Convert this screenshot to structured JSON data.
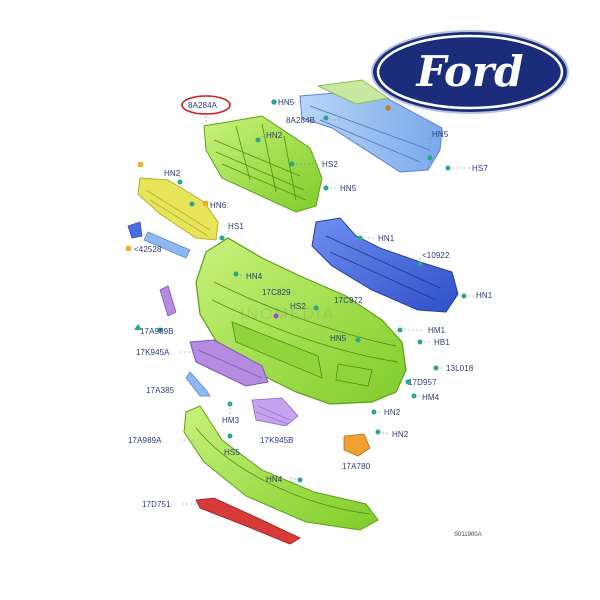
{
  "brand": {
    "logo_text": "Ford",
    "logo_color": "#1a2c7a",
    "logo_ring_color": "#ffffff"
  },
  "watermark": "INOMEDIA",
  "drawing_code": "S011900A",
  "labels": {
    "l_8a284a": "8A284A",
    "l_hn5_top": "HN5",
    "l_8a284b": "8A284B",
    "l_hn5_right": "HN5",
    "l_hs7": "HS7",
    "l_hn2_a": "HN2",
    "l_hs2_a": "HS2",
    "l_hn5_mid": "HN5",
    "l_hn2_b": "HN2",
    "l_hn6": "HN6",
    "l_42528": "<42528",
    "l_hs1": "HS1",
    "l_hn1_a": "HN1",
    "l_10922": "<10922",
    "l_hn1_b": "HN1",
    "l_hn4_a": "HN4",
    "l_17c829": "17C829",
    "l_hs2_b": "HS2",
    "l_17c972": "17C972",
    "l_17a989b": "17A989B",
    "l_hm1": "HM1",
    "l_hn5_low": "HN5",
    "l_hb1": "HB1",
    "l_17k945a": "17K945A",
    "l_13l018": "13L018",
    "l_17d957": "17D957",
    "l_17a385": "17A385",
    "l_hm4": "HM4",
    "l_hn2_c": "HN2",
    "l_hm3": "HM3",
    "l_hn2_d": "HN2",
    "l_17a989a": "17A989A",
    "l_17k945b": "17K945B",
    "l_hs5": "HS5",
    "l_17a780": "17A780",
    "l_hn4_b": "HN4",
    "l_17d751": "17D751"
  },
  "colors": {
    "part_lime": "#a6e84a",
    "part_lime_dark": "#6db520",
    "part_yellow": "#e8e45a",
    "part_blue": "#4a6ee0",
    "part_lightblue": "#8fb8f0",
    "part_purple": "#b58be0",
    "part_red": "#d83a3a",
    "part_orange": "#f0a030",
    "fastener_teal": "#22a98a",
    "callout_red": "#d01f1f",
    "label_text": "#2b3a78"
  }
}
